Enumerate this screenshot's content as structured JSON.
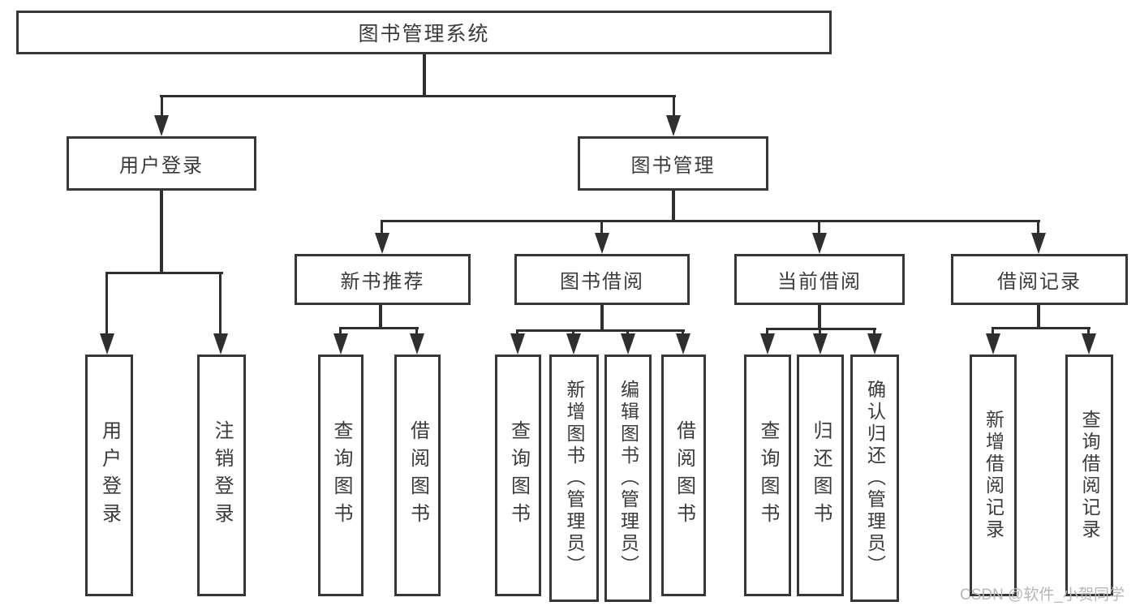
{
  "tree": {
    "root": {
      "label": "图书管理系统"
    },
    "branches": [
      {
        "label": "用户登录",
        "children": [
          {
            "label": "用户登录"
          },
          {
            "label": "注销登录"
          }
        ]
      },
      {
        "label": "图书管理",
        "groups": [
          {
            "label": "新书推荐",
            "children": [
              {
                "label": "查询图书"
              },
              {
                "label": "借阅图书"
              }
            ]
          },
          {
            "label": "图书借阅",
            "children": [
              {
                "label": "查询图书"
              },
              {
                "label": "新增图书（管理员）"
              },
              {
                "label": "编辑图书（管理员）"
              },
              {
                "label": "借阅图书"
              }
            ]
          },
          {
            "label": "当前借阅",
            "children": [
              {
                "label": "查询图书"
              },
              {
                "label": "归还图书"
              },
              {
                "label": "确认归还（管理员）"
              }
            ]
          },
          {
            "label": "借阅记录",
            "children": [
              {
                "label": "新增借阅记录"
              },
              {
                "label": "查询借阅记录"
              }
            ]
          }
        ]
      }
    ]
  },
  "watermark": {
    "text": "CSDN @软件_小贺同学"
  },
  "colors": {
    "line": "#2f2f2f",
    "box_border": "#373737",
    "text": "#3b3b3b",
    "watermark": "#b7b7b7",
    "background": "#ffffff"
  }
}
